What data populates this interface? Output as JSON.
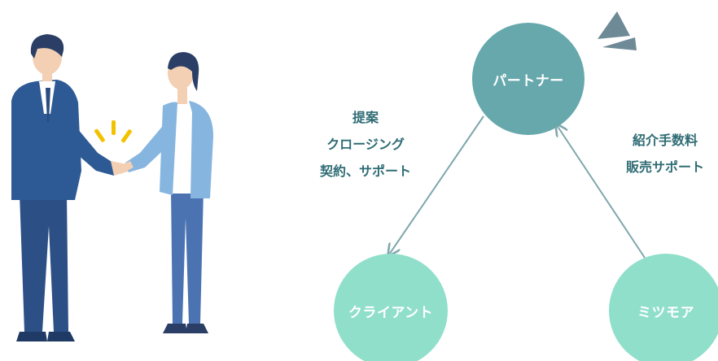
{
  "diagram": {
    "nodes": {
      "partner": "パートナー",
      "client": "クライアント",
      "mitsumoa": "ミツモア"
    },
    "labels_left": [
      "提案",
      "クロージング",
      "契約、サポート"
    ],
    "labels_right": [
      "紹介手数料",
      "販売サポート"
    ]
  },
  "colors": {
    "partner_node": "#66a8ac",
    "secondary_nodes": "#90dfcb",
    "label_text": "#2f6c74",
    "arrow": "#7fa7ac",
    "accent_marks": "#6e8a96"
  },
  "icons": {
    "illustration": "handshake-illustration",
    "emphasis": "emphasis-marks-icon"
  }
}
